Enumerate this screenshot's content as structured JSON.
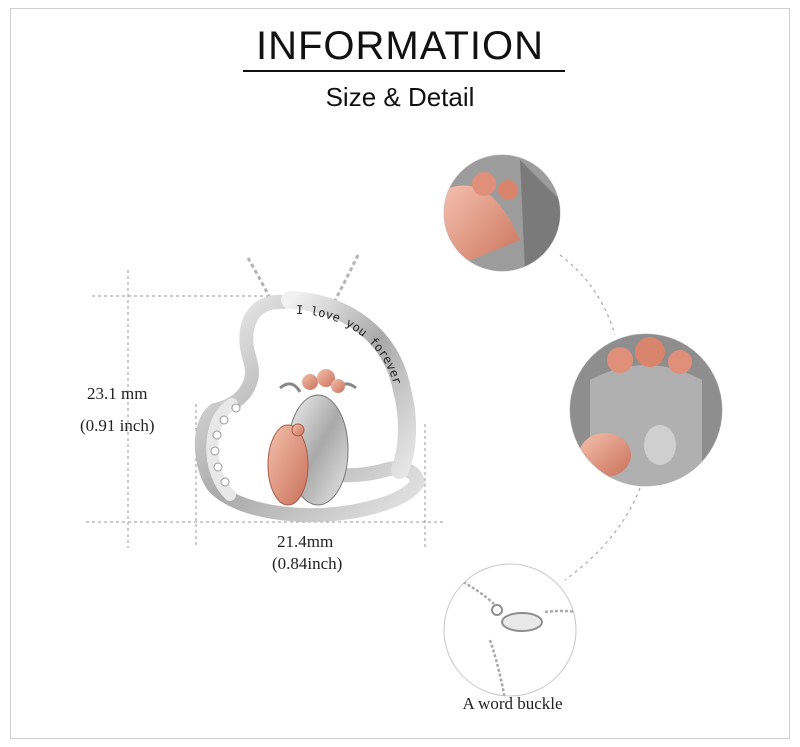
{
  "header": {
    "title": "INFORMATION",
    "subtitle": "Size & Detail"
  },
  "pendant": {
    "engraving": "I love you forever"
  },
  "dimensions": {
    "height_mm": "23.1 mm",
    "height_inch": "(0.91 inch)",
    "width_mm": "21.4mm",
    "width_inch": "(0.84inch)"
  },
  "details": {
    "buckle_caption": "A word buckle"
  },
  "colors": {
    "silver": "#b9b9b9",
    "rose_gold": "#e3967f",
    "dimension_line": "#9a9a9a"
  }
}
